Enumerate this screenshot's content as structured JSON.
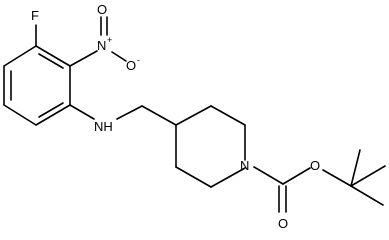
{
  "diagram": {
    "kind": "chemical-structure",
    "bond_color": "#000000",
    "background": "#ffffff",
    "atoms": {
      "fluorine": "F",
      "nitro_nitrogen": "N",
      "nitro_plus": "+",
      "nitro_oxygen": "O",
      "nitro_oxygen_minus": "O",
      "nitro_minus": "-",
      "amine": "NH",
      "piperidine_nitrogen": "N",
      "ester_oxygen": "O",
      "carbonyl_oxygen": "O"
    }
  }
}
